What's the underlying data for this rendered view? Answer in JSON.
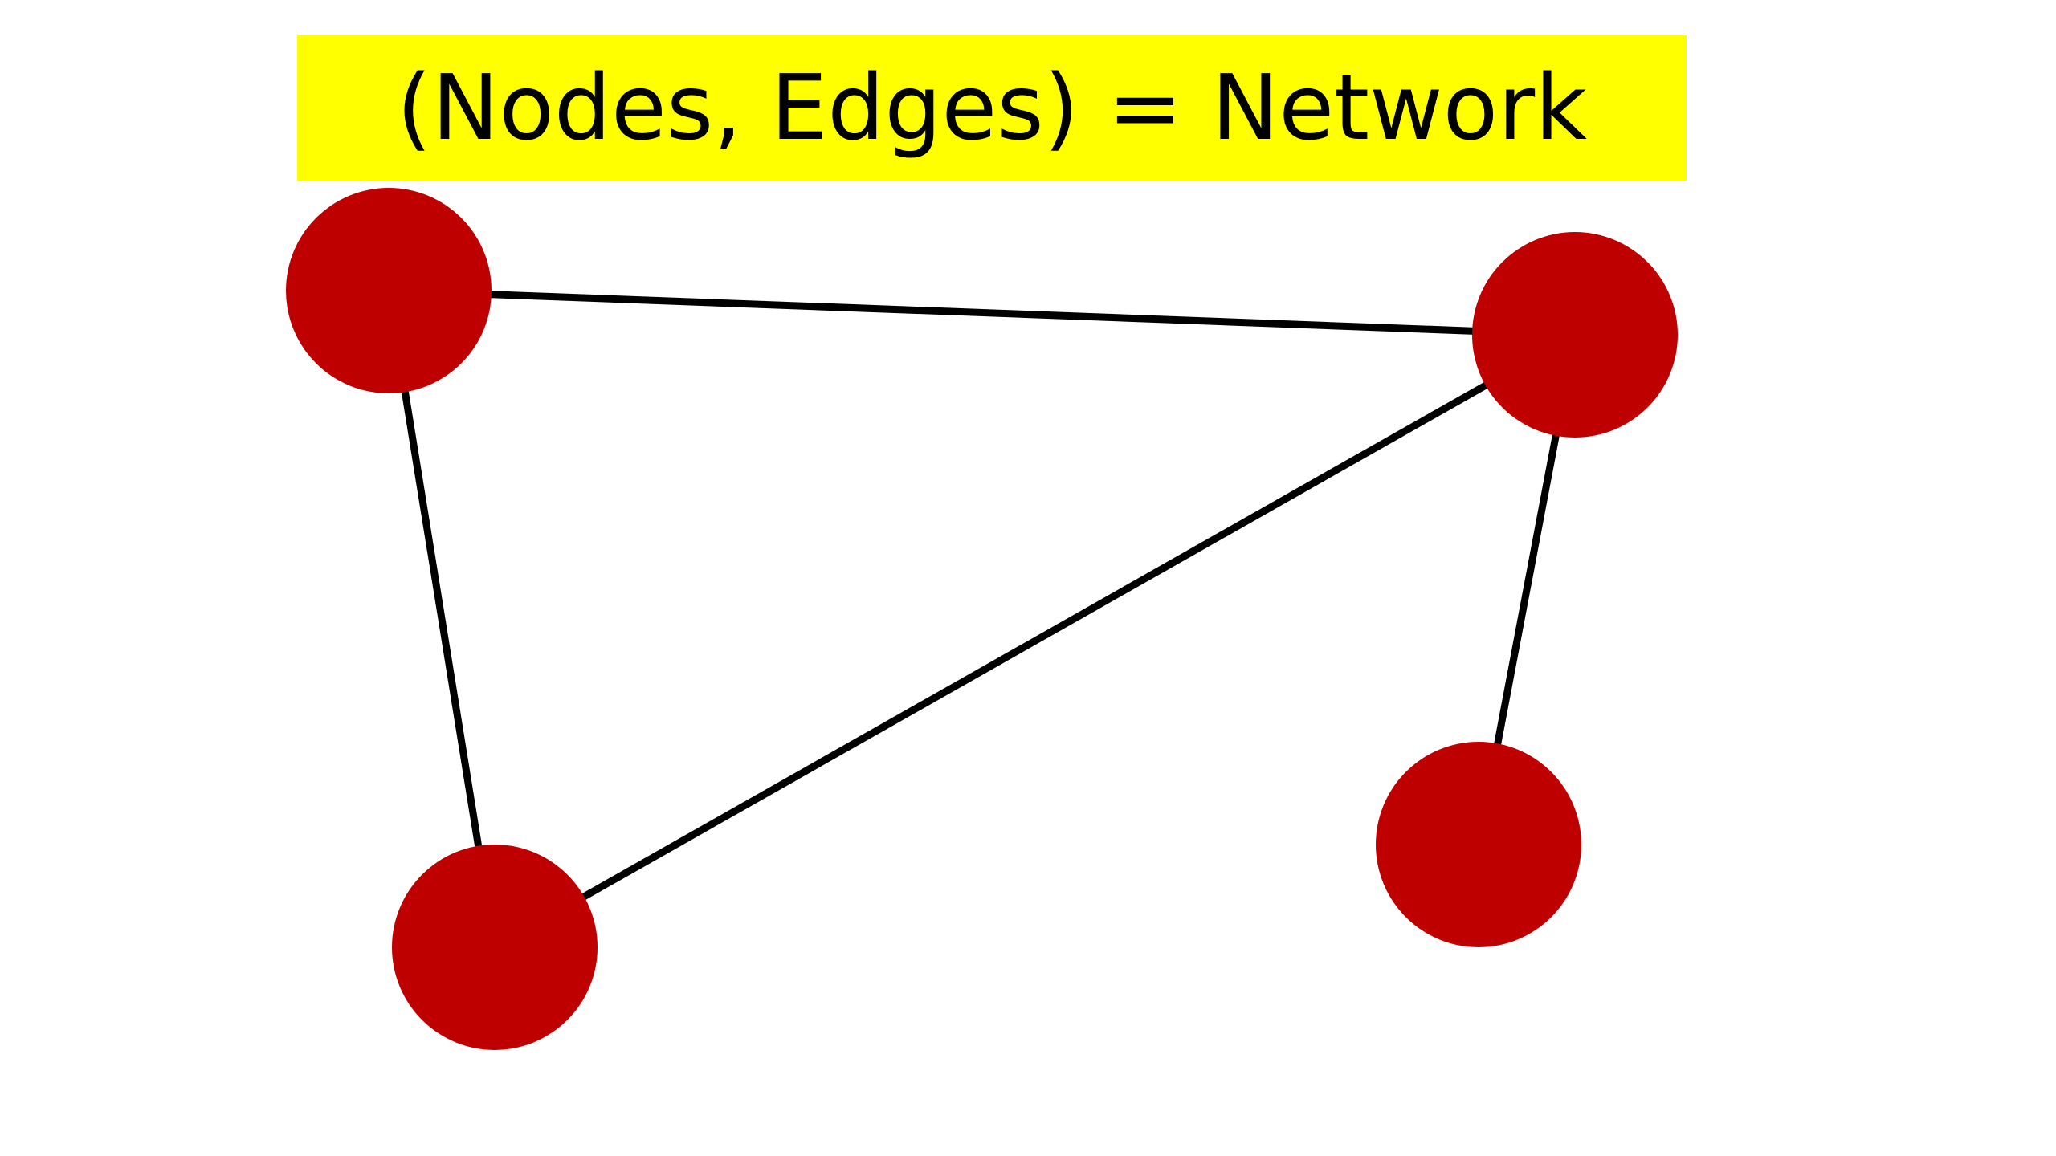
{
  "title": "(Nodes, Edges) = Network",
  "colors": {
    "banner": "#ffff00",
    "node": "#bf0000",
    "edge": "#000000",
    "text": "#000000"
  },
  "graph": {
    "nodes": [
      {
        "id": "top-left"
      },
      {
        "id": "top-right"
      },
      {
        "id": "bottom-left"
      },
      {
        "id": "bottom-right"
      }
    ],
    "edges": [
      {
        "from": "top-left",
        "to": "top-right"
      },
      {
        "from": "top-left",
        "to": "bottom-left"
      },
      {
        "from": "top-right",
        "to": "bottom-left"
      },
      {
        "from": "top-right",
        "to": "bottom-right"
      }
    ]
  }
}
